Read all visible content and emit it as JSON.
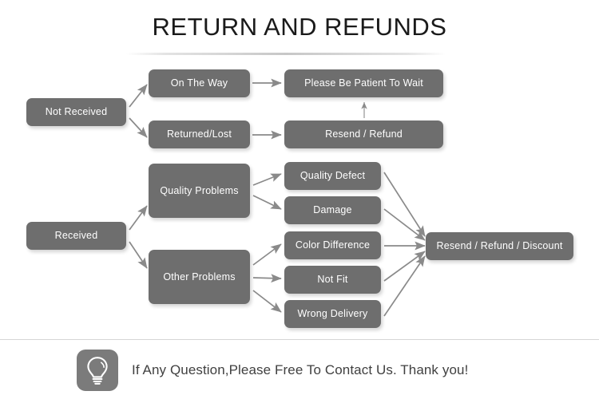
{
  "page": {
    "title": "RETURN AND REFUNDS",
    "background_color": "#ffffff",
    "node_fill_color": "#6e6e6e",
    "node_text_color": "#ffffff",
    "arrow_color": "#8a8a8a",
    "divider_color": "#d6d6d6"
  },
  "flow": {
    "branches": [
      {
        "root": "Not Received",
        "stages": [
          {
            "label": "On The Way",
            "outcome": "Please Be Patient To Wait"
          },
          {
            "label": "Returned/Lost",
            "outcome": "Resend / Refund"
          }
        ]
      },
      {
        "root": "Received",
        "stages": [
          {
            "label": "Quality Problems",
            "reasons": [
              "Quality Defect",
              "Damage"
            ]
          },
          {
            "label": "Other Problems",
            "reasons": [
              "Color Difference",
              "Not Fit",
              "Wrong Delivery"
            ]
          }
        ],
        "outcome": "Resend / Refund / Discount"
      }
    ]
  },
  "nodes": {
    "not_received": "Not Received",
    "on_the_way": "On The Way",
    "returned_lost": "Returned/Lost",
    "please_be_patient": "Please Be Patient To Wait",
    "resend_refund": "Resend / Refund",
    "received": "Received",
    "quality_problems": "Quality Problems",
    "other_problems": "Other Problems",
    "quality_defect": "Quality Defect",
    "damage": "Damage",
    "color_difference": "Color Difference",
    "not_fit": "Not Fit",
    "wrong_delivery": "Wrong Delivery",
    "resend_refund_discount": "Resend / Refund / Discount"
  },
  "footer": {
    "icon": "lightbulb-icon",
    "text": "If Any Question,Please Free To Contact Us. Thank you!"
  }
}
